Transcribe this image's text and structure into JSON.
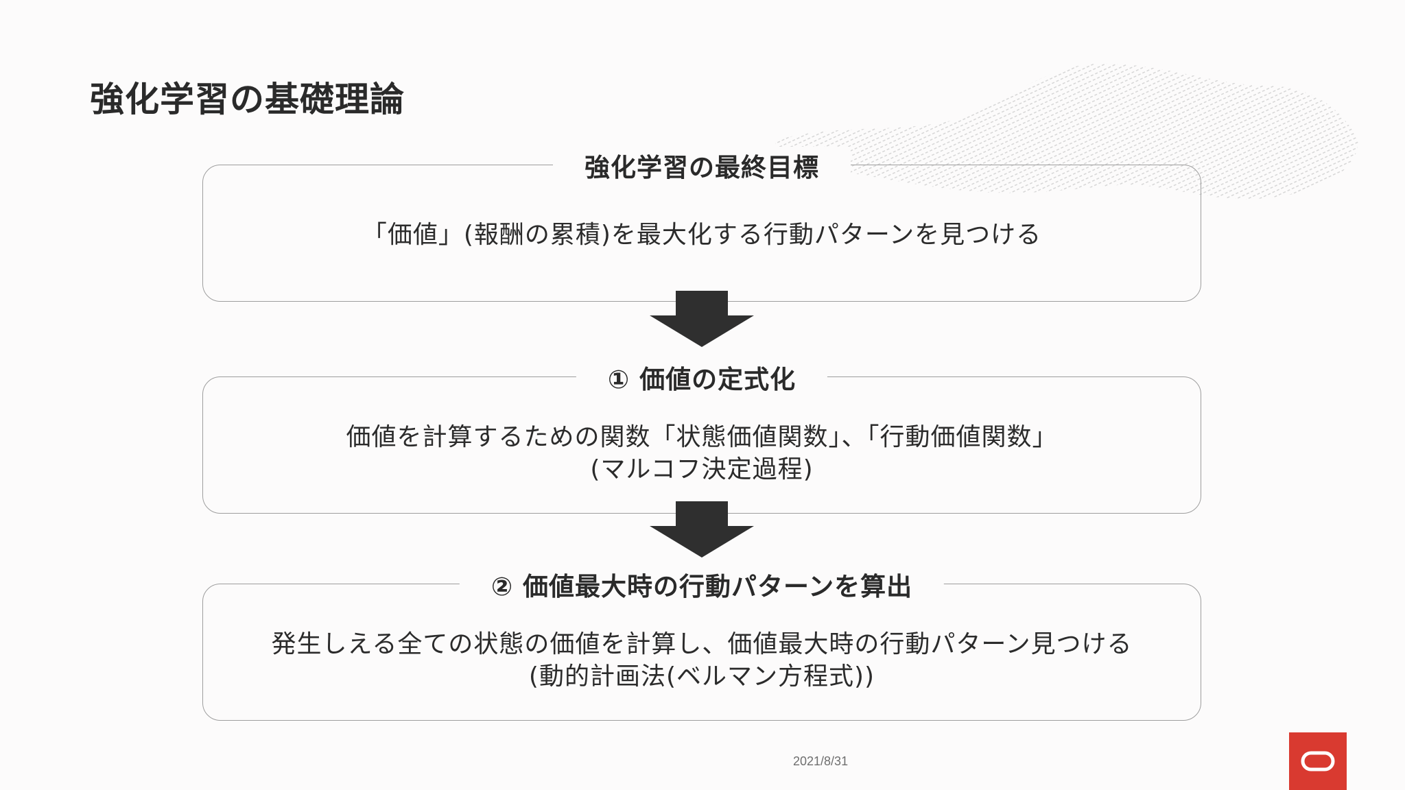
{
  "slide": {
    "title": "強化学習の基礎理論",
    "date": "2021/8/31"
  },
  "boxes": [
    {
      "heading": "強化学習の最終目標",
      "lines": [
        "「価値」(報酬の累積)を最大化する行動パターンを見つける"
      ]
    },
    {
      "heading": "① 価値の定式化",
      "lines": [
        "価値を計算するための関数「状態価値関数」、「行動価値関数」",
        "(マルコフ決定過程)"
      ]
    },
    {
      "heading": "② 価値最大時の行動パターンを算出",
      "lines": [
        "発生しえる全ての状態の価値を計算し、価値最大時の行動パターン見つける",
        "(動的計画法(ベルマン方程式))"
      ]
    }
  ],
  "colors": {
    "background": "#fcfbfb",
    "text": "#2b2b2b",
    "border": "#9d9d9d",
    "arrow": "#2f2f2f",
    "logo": "#d93a30"
  },
  "icons": {
    "arrow": "arrow-down-icon",
    "logo": "oracle-logo-icon",
    "pattern": "decorative-pattern"
  }
}
